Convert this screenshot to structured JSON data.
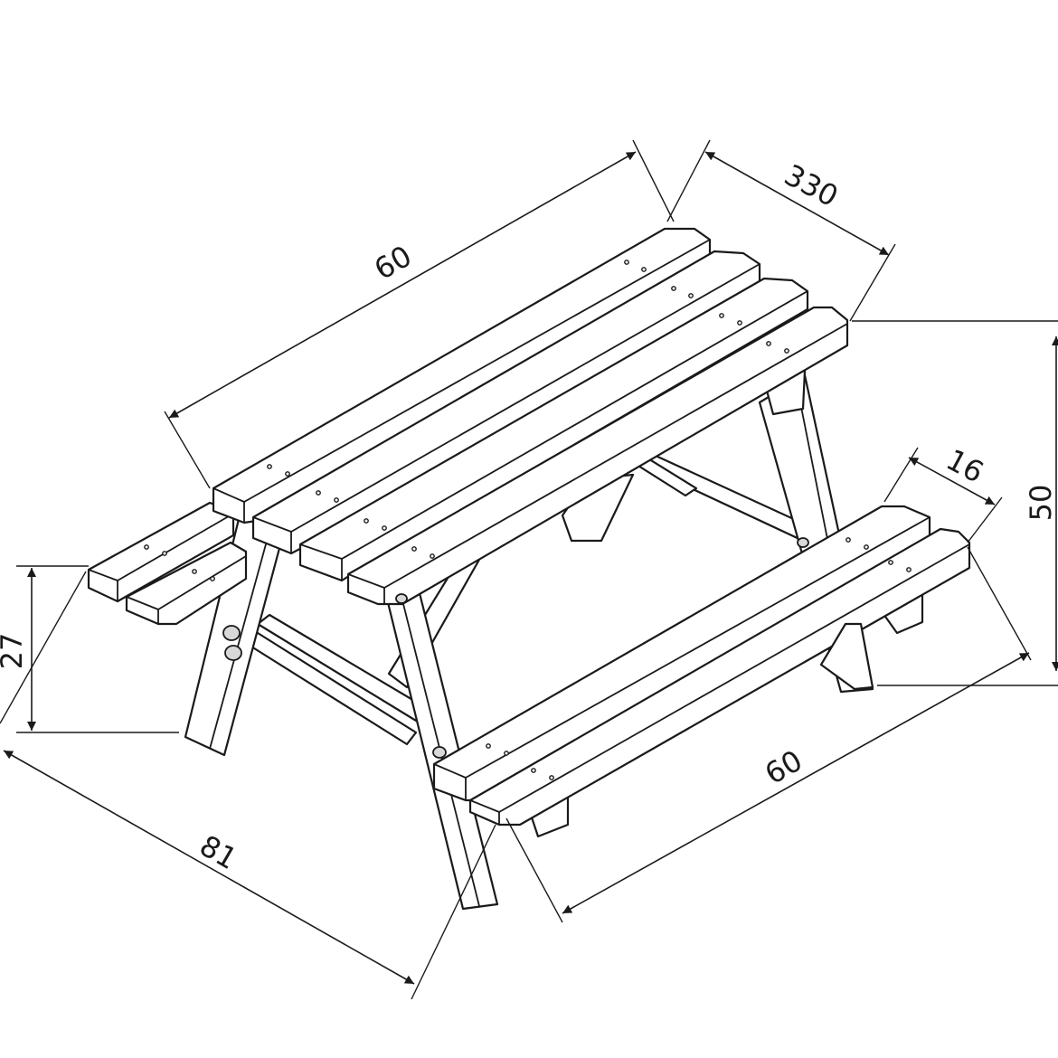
{
  "dimensions": {
    "tabletop_length": "60",
    "table_depth": "330",
    "table_height": "50",
    "bench_width": "16",
    "bench_height": "27",
    "overall_width": "81",
    "bench_length": "60"
  },
  "colors": {
    "line": "#1a1a1a",
    "background": "#ffffff"
  }
}
